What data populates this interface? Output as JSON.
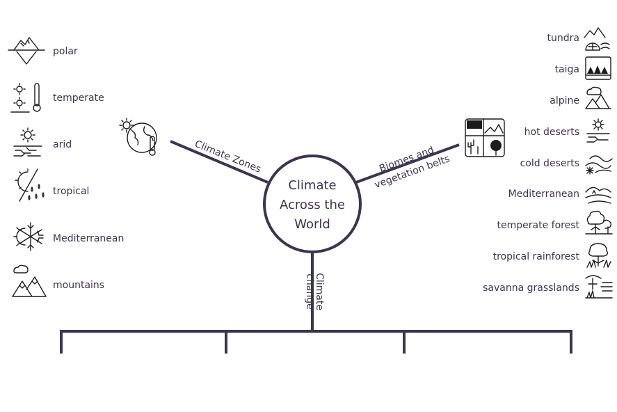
{
  "center": {
    "lines": [
      "Climate",
      "Across the",
      "World"
    ]
  },
  "branches": {
    "left": "Climate Zones",
    "right_line1": "Biomes and",
    "right_line2": "vegetation belts",
    "bottom_line1": "Climate",
    "bottom_line2": "change"
  },
  "climate_zones": [
    {
      "label": "polar",
      "icon": "iceberg-icon"
    },
    {
      "label": "temperate",
      "icon": "thermometer-sun-icon"
    },
    {
      "label": "arid",
      "icon": "sun-cracked-ground-icon"
    },
    {
      "label": "tropical",
      "icon": "sun-rain-icon"
    },
    {
      "label": "Mediterranean",
      "icon": "sun-snowflake-icon"
    },
    {
      "label": "mountains",
      "icon": "mountains-icon"
    }
  ],
  "biomes": [
    {
      "label": "tundra",
      "icon": "tundra-icon"
    },
    {
      "label": "taiga",
      "icon": "taiga-forest-icon"
    },
    {
      "label": "alpine",
      "icon": "alpine-icon"
    },
    {
      "label": "hot deserts",
      "icon": "hot-desert-icon"
    },
    {
      "label": "cold deserts",
      "icon": "cold-desert-icon"
    },
    {
      "label": "Mediterranean",
      "icon": "mediterranean-hills-icon"
    },
    {
      "label": "temperate forest",
      "icon": "temperate-forest-icon"
    },
    {
      "label": "tropical rainforest",
      "icon": "rainforest-icon"
    },
    {
      "label": "savanna grasslands",
      "icon": "savanna-icon"
    }
  ],
  "branch_icons": {
    "left": "globe-thermometer-icon",
    "right": "biomes-grid-icon"
  },
  "colors": {
    "line": "#3d3450",
    "text": "#3d3450",
    "icon": "#1c1c1c"
  }
}
